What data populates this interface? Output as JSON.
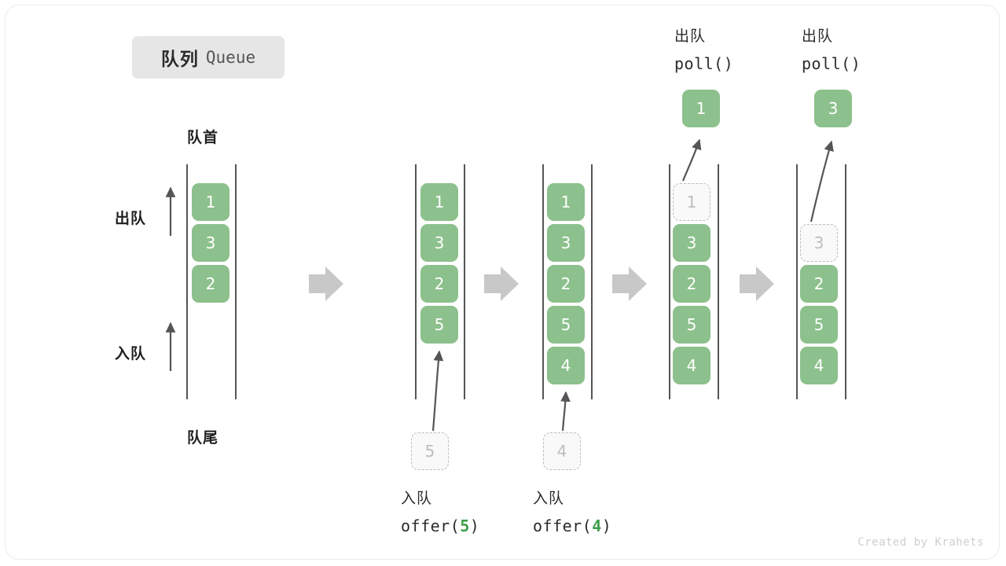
{
  "title": {
    "cn": "队列",
    "en": "Queue"
  },
  "labels": {
    "head": "队首",
    "tail": "队尾",
    "dequeue": "出队",
    "enqueue": "入队"
  },
  "colors": {
    "element_fill": "#8cc08c",
    "element_text": "#ffffff",
    "ghost_border": "#bdbdbd",
    "ghost_text": "#bdbdbd",
    "rail": "#555555",
    "arrow": "#555555",
    "block_arrow": "#c8c8c8",
    "code_number": "#3f9e4d",
    "title_chip": "#e6e6e6"
  },
  "panels": [
    {
      "id": "panel-initial",
      "name": "initial-queue",
      "elements": [
        {
          "value": "1",
          "state": "filled",
          "row": 0
        },
        {
          "value": "3",
          "state": "filled",
          "row": 1
        },
        {
          "value": "2",
          "state": "filled",
          "row": 2
        }
      ],
      "side_arrows": [
        {
          "name": "dequeue-direction-arrow",
          "label": "出队"
        },
        {
          "name": "enqueue-direction-arrow",
          "label": "入队"
        }
      ],
      "top_label": "队首",
      "bottom_label": "队尾"
    },
    {
      "id": "panel-offer-5",
      "name": "after-offer-5",
      "elements": [
        {
          "value": "1",
          "state": "filled",
          "row": 0
        },
        {
          "value": "3",
          "state": "filled",
          "row": 1
        },
        {
          "value": "2",
          "state": "filled",
          "row": 2
        },
        {
          "value": "5",
          "state": "filled",
          "row": 3
        }
      ],
      "incoming": {
        "value": "5",
        "state": "ghost"
      },
      "operation": {
        "cn": "入队",
        "code_prefix": "offer(",
        "code_value": "5",
        "code_suffix": ")"
      }
    },
    {
      "id": "panel-offer-4",
      "name": "after-offer-4",
      "elements": [
        {
          "value": "1",
          "state": "filled",
          "row": 0
        },
        {
          "value": "3",
          "state": "filled",
          "row": 1
        },
        {
          "value": "2",
          "state": "filled",
          "row": 2
        },
        {
          "value": "5",
          "state": "filled",
          "row": 3
        },
        {
          "value": "4",
          "state": "filled",
          "row": 4
        }
      ],
      "incoming": {
        "value": "4",
        "state": "ghost"
      },
      "operation": {
        "cn": "入队",
        "code_prefix": "offer(",
        "code_value": "4",
        "code_suffix": ")"
      }
    },
    {
      "id": "panel-poll-1",
      "name": "after-poll-1",
      "elements": [
        {
          "value": "1",
          "state": "ghost",
          "row": 0
        },
        {
          "value": "3",
          "state": "filled",
          "row": 1
        },
        {
          "value": "2",
          "state": "filled",
          "row": 2
        },
        {
          "value": "5",
          "state": "filled",
          "row": 3
        },
        {
          "value": "4",
          "state": "filled",
          "row": 4
        }
      ],
      "outgoing": {
        "value": "1",
        "state": "filled"
      },
      "operation": {
        "cn": "出队",
        "code": "poll()"
      }
    },
    {
      "id": "panel-poll-3",
      "name": "after-poll-3",
      "elements": [
        {
          "value": "3",
          "state": "ghost",
          "row": 1
        },
        {
          "value": "2",
          "state": "filled",
          "row": 2
        },
        {
          "value": "5",
          "state": "filled",
          "row": 3
        },
        {
          "value": "4",
          "state": "filled",
          "row": 4
        }
      ],
      "outgoing": {
        "value": "3",
        "state": "filled"
      },
      "operation": {
        "cn": "出队",
        "code": "poll()"
      }
    }
  ],
  "flow_arrows": [
    {
      "name": "flow-arrow-1"
    },
    {
      "name": "flow-arrow-2"
    },
    {
      "name": "flow-arrow-3"
    },
    {
      "name": "flow-arrow-4"
    }
  ],
  "watermark": "Created by Krahets"
}
